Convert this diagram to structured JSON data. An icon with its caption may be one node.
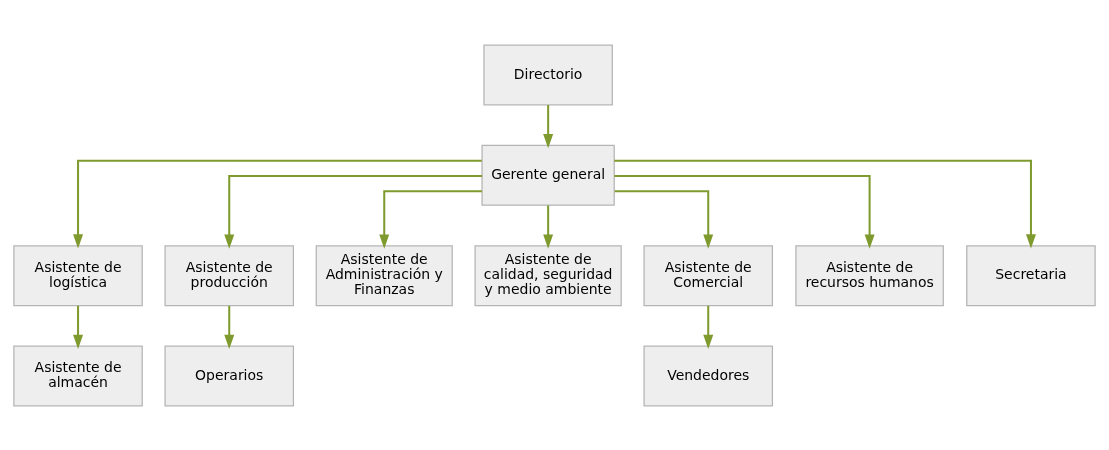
{
  "diagram": {
    "nodes": [
      {
        "text": [
          "Directorio"
        ]
      },
      {
        "text": [
          "Gerente general"
        ]
      },
      {
        "text": [
          "Asistente de logística"
        ]
      },
      {
        "text": [
          "Asistente de producción"
        ]
      },
      {
        "text": [
          "Asistente de Administración y Finanzas"
        ]
      },
      {
        "text": [
          "Asistente de calidad, seguridad y medio ambiente"
        ]
      },
      {
        "text": [
          "Asistente de Comercial"
        ]
      },
      {
        "text": [
          "Asistente de recursos humanos"
        ]
      },
      {
        "text": [
          "Secretaria"
        ]
      },
      {
        "text": [
          "Asistente de almacén"
        ]
      },
      {
        "text": [
          "Operarios"
        ]
      },
      {
        "text": [
          "Vendedores"
        ]
      }
    ],
    "edges": [
      {
        "from": 0,
        "to": 1,
        "arrow": "to"
      },
      {
        "from": 1,
        "to": 2,
        "arrow": "to"
      },
      {
        "from": 1,
        "to": 3,
        "arrow": "to"
      },
      {
        "from": 1,
        "to": 4,
        "arrow": "to"
      },
      {
        "from": 1,
        "to": 5,
        "arrow": "to"
      },
      {
        "from": 1,
        "to": 6,
        "arrow": "to"
      },
      {
        "from": 1,
        "to": 7,
        "arrow": "to"
      },
      {
        "from": 1,
        "to": 8,
        "arrow": "to"
      },
      {
        "from": 2,
        "to": 9,
        "arrow": "to"
      },
      {
        "from": 3,
        "to": 10,
        "arrow": "to"
      },
      {
        "from": 6,
        "to": 11,
        "arrow": "to"
      }
    ]
  }
}
